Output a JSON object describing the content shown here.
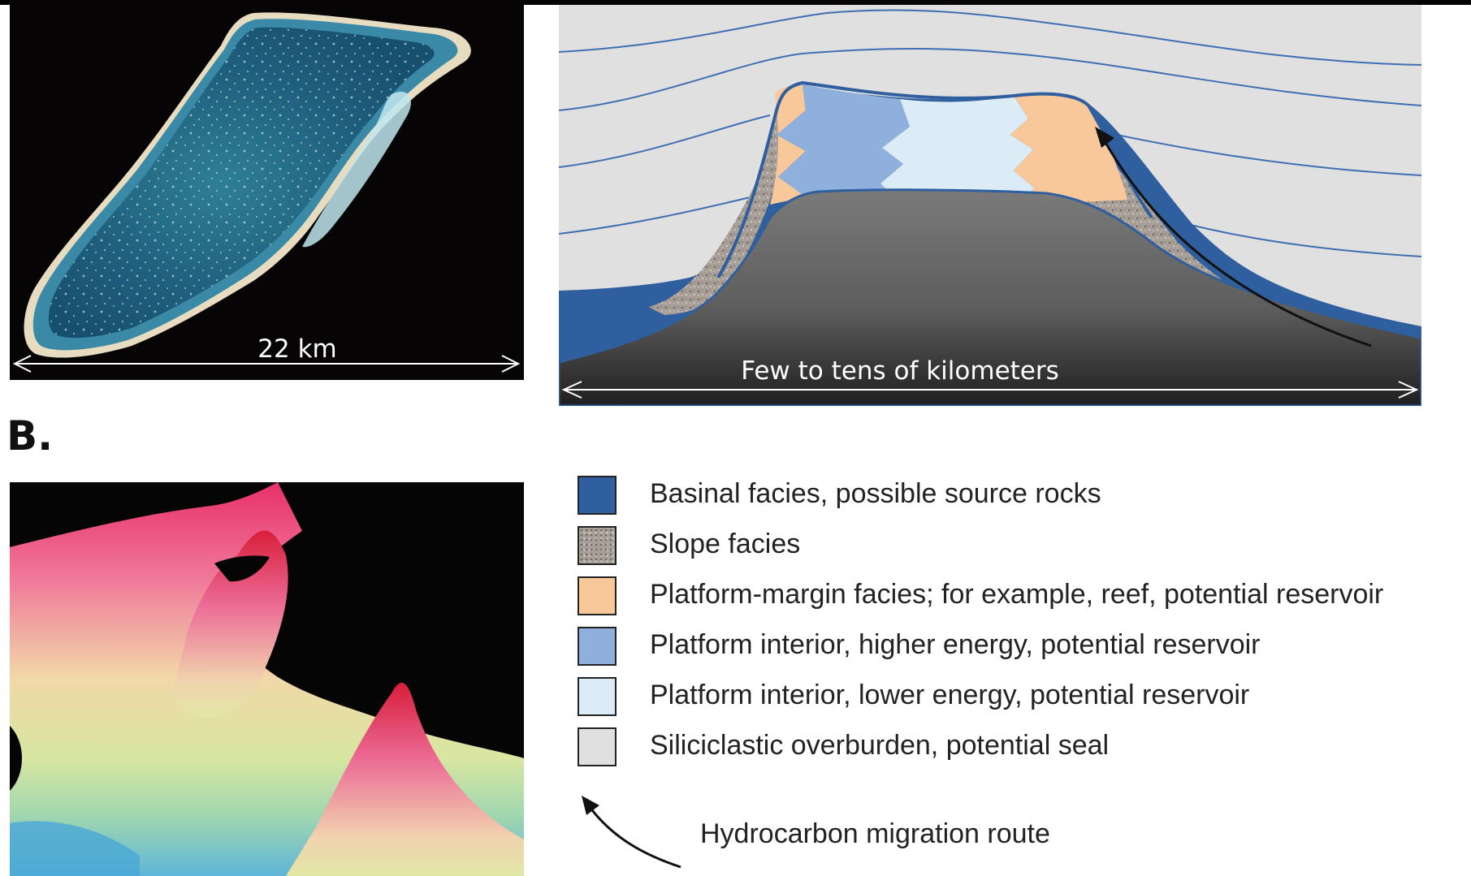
{
  "panel_a": {
    "atoll_scale_label": "22 km",
    "section_scale_label": "Few to tens of kilometers"
  },
  "panel_b": {
    "label": "B."
  },
  "colors": {
    "basinal": "#2f5f9e",
    "slope": "#a79f97",
    "platform_margin": "#f9c89a",
    "interior_high": "#8fb0dc",
    "interior_low": "#dbecf7",
    "overburden": "#e0e0e0",
    "basement": "#6b6b6b",
    "horizon_line": "#3f6fb3"
  },
  "legend": {
    "items": [
      {
        "label": "Basinal facies, possible source rocks",
        "swatch": "basinal"
      },
      {
        "label": "Slope facies",
        "swatch": "slope"
      },
      {
        "label": "Platform-margin facies; for example, reef, potential reservoir",
        "swatch": "platform_margin"
      },
      {
        "label": "Platform  interior, higher energy, potential reservoir",
        "swatch": "interior_high"
      },
      {
        "label": "Platform interior, lower energy, potential reservoir",
        "swatch": "interior_low"
      },
      {
        "label": "Siliciclastic overburden, potential seal",
        "swatch": "overburden"
      }
    ],
    "migration_label": "Hydrocarbon migration route"
  }
}
